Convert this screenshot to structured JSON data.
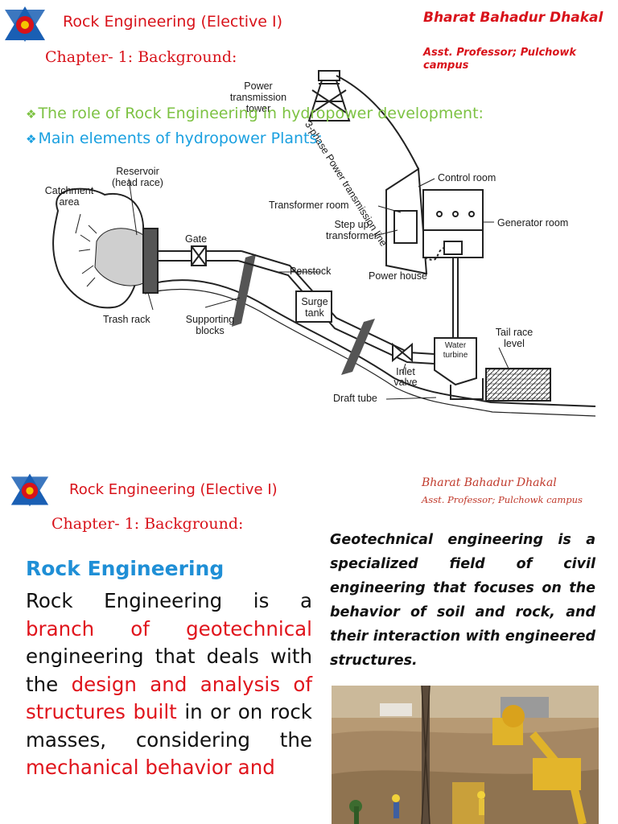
{
  "slide1": {
    "course_title": "Rock Engineering (Elective I)",
    "chapter_title": "Chapter- 1: Background:",
    "author_name": "Bharat Bahadur Dhakal",
    "author_role": "Asst. Professor; Pulchowk campus",
    "bullets": [
      {
        "text": "The role of Rock Engineering in hydropower development:",
        "color": "#7dc243"
      },
      {
        "text": "Main elements of hydropower Plants:",
        "color": "#1aa0e0"
      }
    ],
    "diagram_labels": {
      "power_transmission_tower": "Power transmission tower",
      "transmission_line": "3-phase Power transmission line",
      "catchment_area": "Catchment area",
      "reservoir": "Reservoir (head race)",
      "control_room": "Control room",
      "transformer_room": "Transformer room",
      "generator_room": "Generator room",
      "step_up_transformer": "Step up transformer",
      "gate": "Gate",
      "penstock": "Penstock",
      "power_house": "Power house",
      "surge_tank": "Surge tank",
      "trash_rack": "Trash rack",
      "supporting_blocks": "Supporting blocks",
      "water_turbine": "Water turbine",
      "tail_race_level": "Tail race level",
      "inlet_valve": "Inlet valve",
      "draft_tube": "Draft tube"
    }
  },
  "slide2": {
    "course_title": "Rock Engineering (Elective I)",
    "chapter_title": "Chapter- 1: Background:",
    "author_name": "Bharat Bahadur Dhakal",
    "author_role": "Asst. Professor; Pulchowk campus",
    "heading": "Rock Engineering",
    "body": {
      "p1": "Rock Engineering is a",
      "p2": "branch of geotechnical",
      "p3": "engineering that deals with the",
      "p4": "design and analysis of structures built",
      "p5": "in or on rock masses, considering the",
      "p6": "mechanical behavior and"
    },
    "geotech_text": "Geotechnical engineering is a specialized field of civil engineering that focuses on the behavior of soil and rock, and their interaction with engineered structures."
  },
  "colors": {
    "title_red": "#d8121a",
    "green_bullet": "#7dc243",
    "blue_bullet": "#1aa0e0",
    "heading_blue": "#1f8fd6"
  }
}
